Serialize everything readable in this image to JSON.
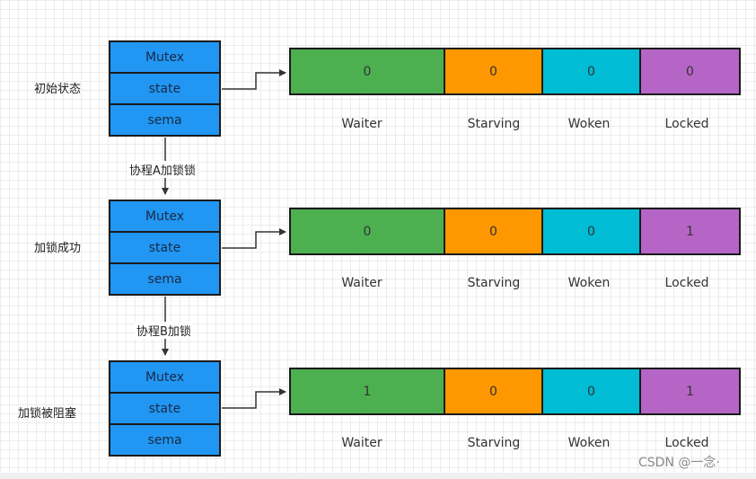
{
  "stages": [
    {
      "label": "初始状态",
      "fields": [
        "Mutex",
        "state",
        "sema"
      ],
      "values": [
        "0",
        "0",
        "0",
        "0"
      ]
    },
    {
      "label": "加锁成功",
      "fields": [
        "Mutex",
        "state",
        "sema"
      ],
      "values": [
        "0",
        "0",
        "0",
        "1"
      ]
    },
    {
      "label": "加锁被阻塞",
      "fields": [
        "Mutex",
        "state",
        "sema"
      ],
      "values": [
        "1",
        "0",
        "0",
        "1"
      ]
    }
  ],
  "bit_names": [
    "Waiter",
    "Starving",
    "Woken",
    "Locked"
  ],
  "bit_colors": [
    "#4caf50",
    "#ff9800",
    "#00bcd4",
    "#b565c5"
  ],
  "transitions": [
    "协程A加锁锁",
    "协程B加锁"
  ],
  "watermark": "CSDN @一念·"
}
